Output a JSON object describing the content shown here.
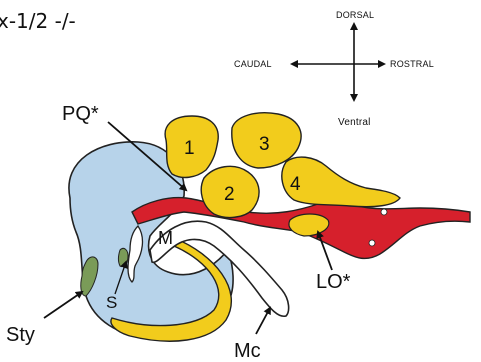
{
  "title": "x-1/2 -/-",
  "orientation": {
    "dorsal": "DORSAL",
    "caudal": "CAUDAL",
    "rostral": "ROSTRAL",
    "ventral": "Ventral"
  },
  "labels": {
    "pq": "PQ*",
    "m": "M",
    "s": "S",
    "sty": "Sty",
    "lo": "LO*",
    "mc": "Mc"
  },
  "numbers": [
    "1",
    "2",
    "3",
    "4"
  ],
  "colors": {
    "otic": "#b7d3ea",
    "cartilage": "#f2cc1c",
    "red": "#d6202c",
    "styloid": "#7a9b58",
    "outline": "#222222",
    "white": "#ffffff"
  }
}
